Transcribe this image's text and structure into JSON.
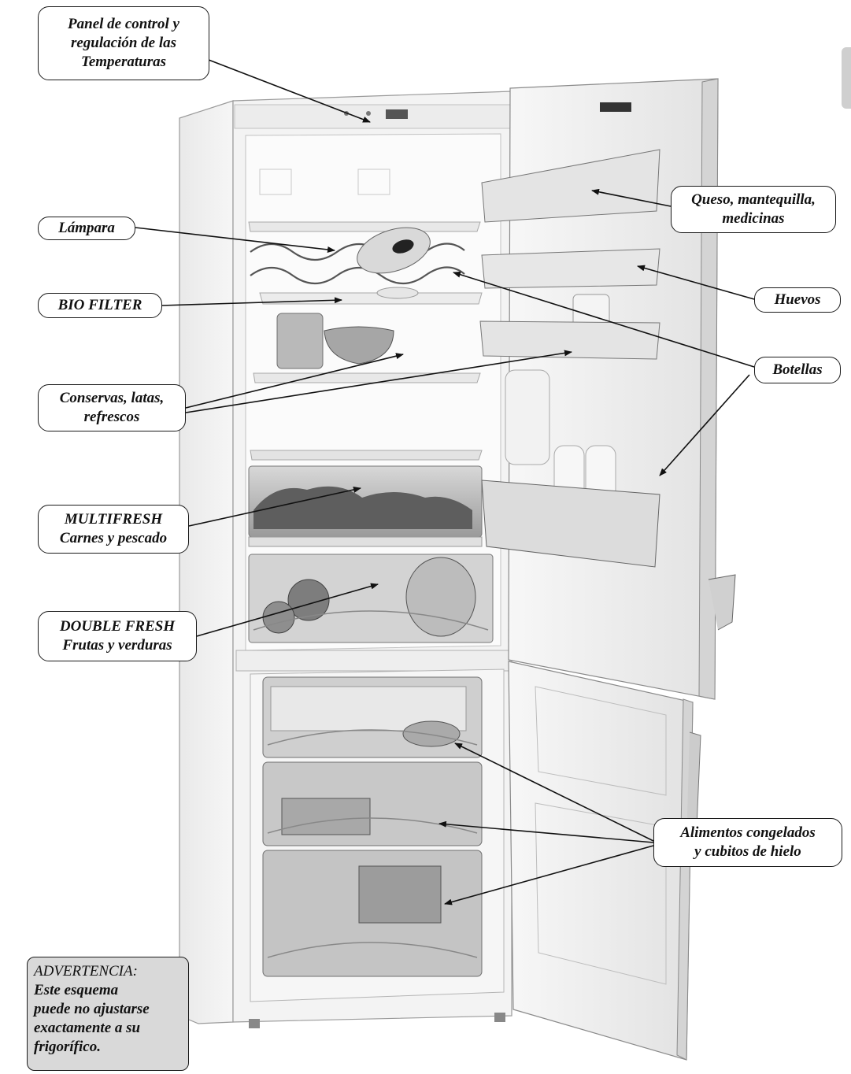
{
  "callouts": {
    "panel": [
      "Panel de control y",
      "regulación de las",
      "Temperaturas"
    ],
    "lampara": [
      "Lámpara"
    ],
    "bio_filter": [
      "BIO FILTER"
    ],
    "conservas": [
      "Conservas, latas,",
      "refrescos"
    ],
    "multifresh": [
      "MULTIFRESH",
      "Carnes y pescado"
    ],
    "double_fresh": [
      "DOUBLE FRESH",
      "Frutas y verduras"
    ],
    "queso": [
      "Queso, mantequilla,",
      "medicinas"
    ],
    "huevos": [
      "Huevos"
    ],
    "botellas": [
      "Botellas"
    ],
    "congelados": [
      "Alimentos congelados",
      "y cubitos de hielo"
    ]
  },
  "warning": {
    "title": "ADVERTENCIA:",
    "lines": [
      "Este esquema",
      "puede no ajustarse",
      "exactamente a su",
      "frigorífico."
    ]
  },
  "colors": {
    "fridge_body": "#f4f4f4",
    "fridge_interior": "#fbfbfb",
    "drawer": "#cfcfcf",
    "outline": "#8a8a8a",
    "warning_bg": "#d9d9d9"
  }
}
